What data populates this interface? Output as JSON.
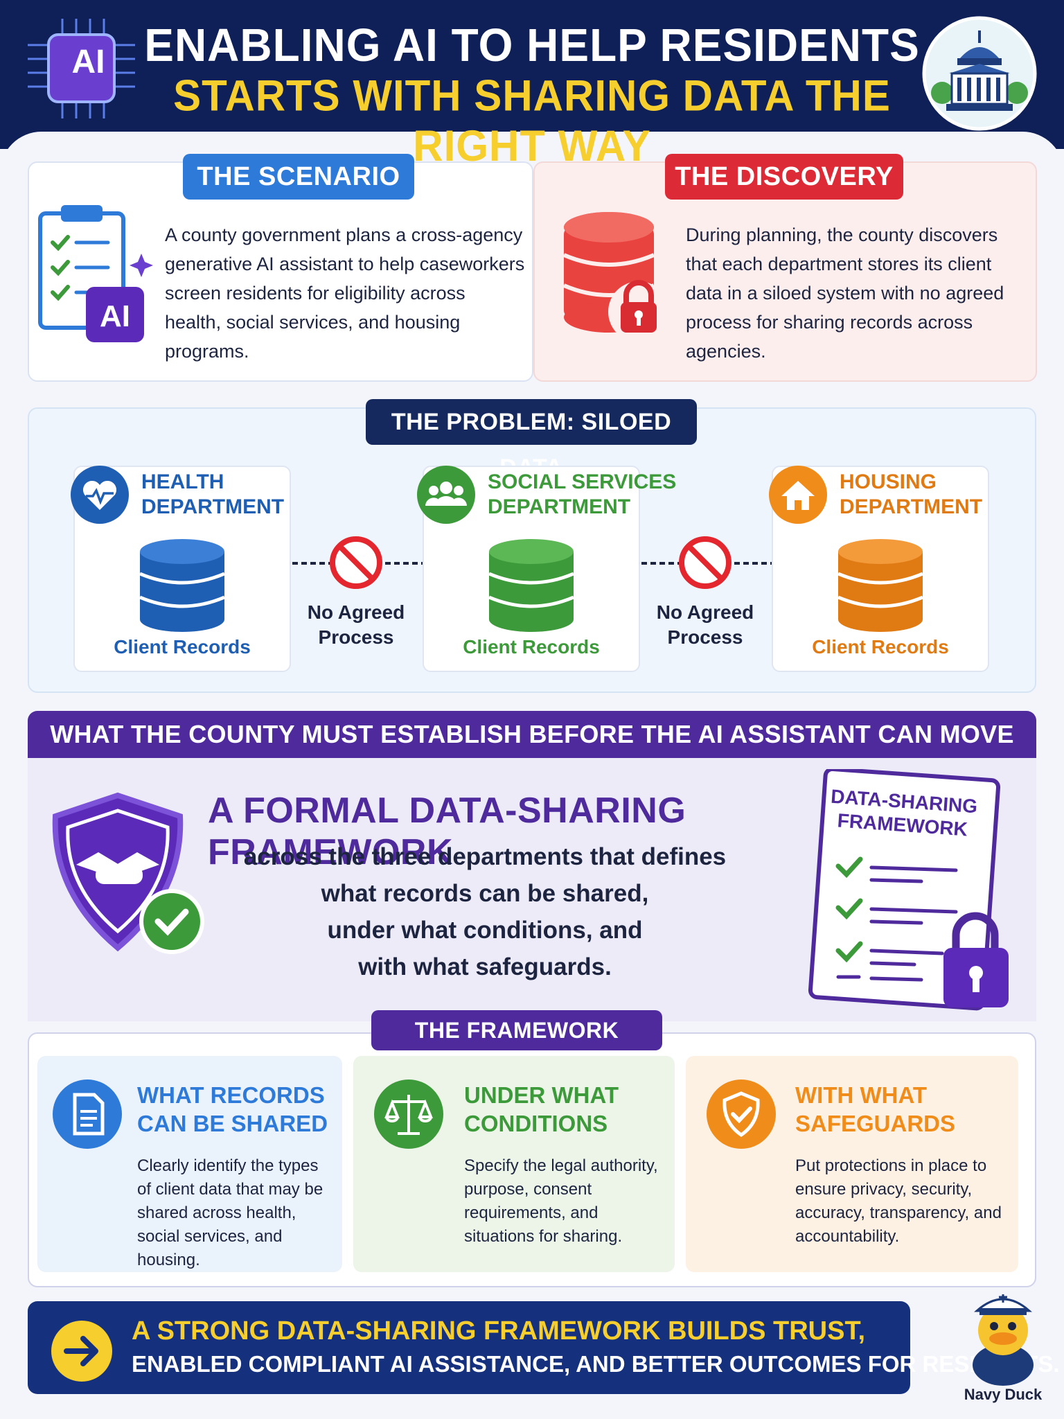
{
  "header": {
    "title_line1": "ENABLING AI TO HELP RESIDENTS",
    "title_line2": "STARTS WITH SHARING DATA THE RIGHT WAY",
    "chip_label": "AI"
  },
  "scenario": {
    "heading": "THE SCENARIO",
    "badge": "AI",
    "text": "A county government plans a cross-agency generative AI assistant to help caseworkers screen residents for eligibility across health, social services, and housing programs."
  },
  "discovery": {
    "heading": "THE DISCOVERY",
    "text": "During planning, the county discovers that each department stores its client data in a siloed system with no agreed process for sharing records across agencies."
  },
  "problem": {
    "heading": "THE PROBLEM: SILOED DATA",
    "departments": [
      {
        "title_line1": "HEALTH",
        "title_line2": "DEPARTMENT",
        "label": "Client Records",
        "color": "#1f5fb3"
      },
      {
        "title_line1": "SOCIAL SERVICES",
        "title_line2": "DEPARTMENT",
        "label": "Client Records",
        "color": "#3d9a3a"
      },
      {
        "title_line1": "HOUSING",
        "title_line2": "DEPARTMENT",
        "label": "Client Records",
        "color": "#e07b14"
      }
    ],
    "connector_line1": "No Agreed",
    "connector_line2": "Process"
  },
  "establish": {
    "banner": "WHAT THE COUNTY MUST ESTABLISH BEFORE THE AI ASSISTANT CAN MOVE FORWARD",
    "framework_title": "A FORMAL DATA-SHARING FRAMEWORK",
    "framework_lines": [
      "across the three departments that defines",
      "what records can be shared,",
      "under what conditions, and",
      "with what safeguards."
    ],
    "doc_title_line1": "DATA-SHARING",
    "doc_title_line2": "FRAMEWORK"
  },
  "defines": {
    "heading": "THE FRAMEWORK DEFINES",
    "items": [
      {
        "title_line1": "WHAT RECORDS",
        "title_line2": "CAN BE SHARED",
        "text": "Clearly identify the types of client data that may be shared across health, social services, and housing.",
        "color": "#2d7ad8"
      },
      {
        "title_line1": "UNDER WHAT",
        "title_line2": "CONDITIONS",
        "text": "Specify the legal authority, purpose, consent requirements, and situations for sharing.",
        "color": "#3d9a3a"
      },
      {
        "title_line1": "WITH WHAT",
        "title_line2": "SAFEGUARDS",
        "text": "Put protections in place to ensure privacy, security, accuracy, transparency, and accountability.",
        "color": "#f08c1a"
      }
    ]
  },
  "bottom": {
    "line1": "A STRONG DATA-SHARING FRAMEWORK BUILDS TRUST,",
    "line2": "ENABLED COMPLIANT AI ASSISTANCE, AND BETTER OUTCOMES FOR RESIDENTS."
  },
  "brand": {
    "name": "Navy Duck"
  }
}
